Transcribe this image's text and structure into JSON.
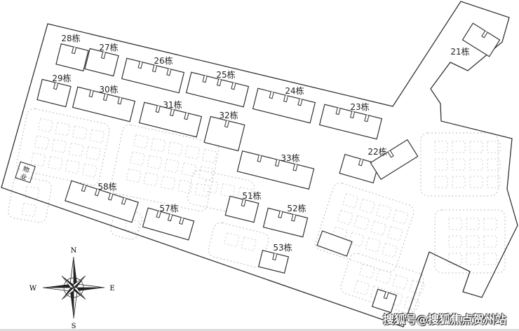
{
  "map": {
    "buildings": [
      {
        "id": "28",
        "label": "28栋"
      },
      {
        "id": "27",
        "label": "27栋"
      },
      {
        "id": "26",
        "label": "26栋"
      },
      {
        "id": "25",
        "label": "25栋"
      },
      {
        "id": "24",
        "label": "24栋"
      },
      {
        "id": "23",
        "label": "23栋"
      },
      {
        "id": "29",
        "label": "29栋"
      },
      {
        "id": "30",
        "label": "30栋"
      },
      {
        "id": "31",
        "label": "31栋"
      },
      {
        "id": "32",
        "label": "32栋"
      },
      {
        "id": "33",
        "label": "33栋"
      },
      {
        "id": "22",
        "label": "22栋"
      },
      {
        "id": "21",
        "label": "21栋"
      },
      {
        "id": "58",
        "label": "58栋"
      },
      {
        "id": "57",
        "label": "57栋"
      },
      {
        "id": "51",
        "label": "51栋"
      },
      {
        "id": "52",
        "label": "52栋"
      },
      {
        "id": "53",
        "label": "53栋"
      }
    ],
    "property_office": {
      "line1": "物",
      "line2": "业"
    },
    "compass": {
      "n": "N",
      "s": "S",
      "e": "E",
      "w": "W"
    }
  },
  "watermark": "搜狐号@搜狐焦点贺州站"
}
